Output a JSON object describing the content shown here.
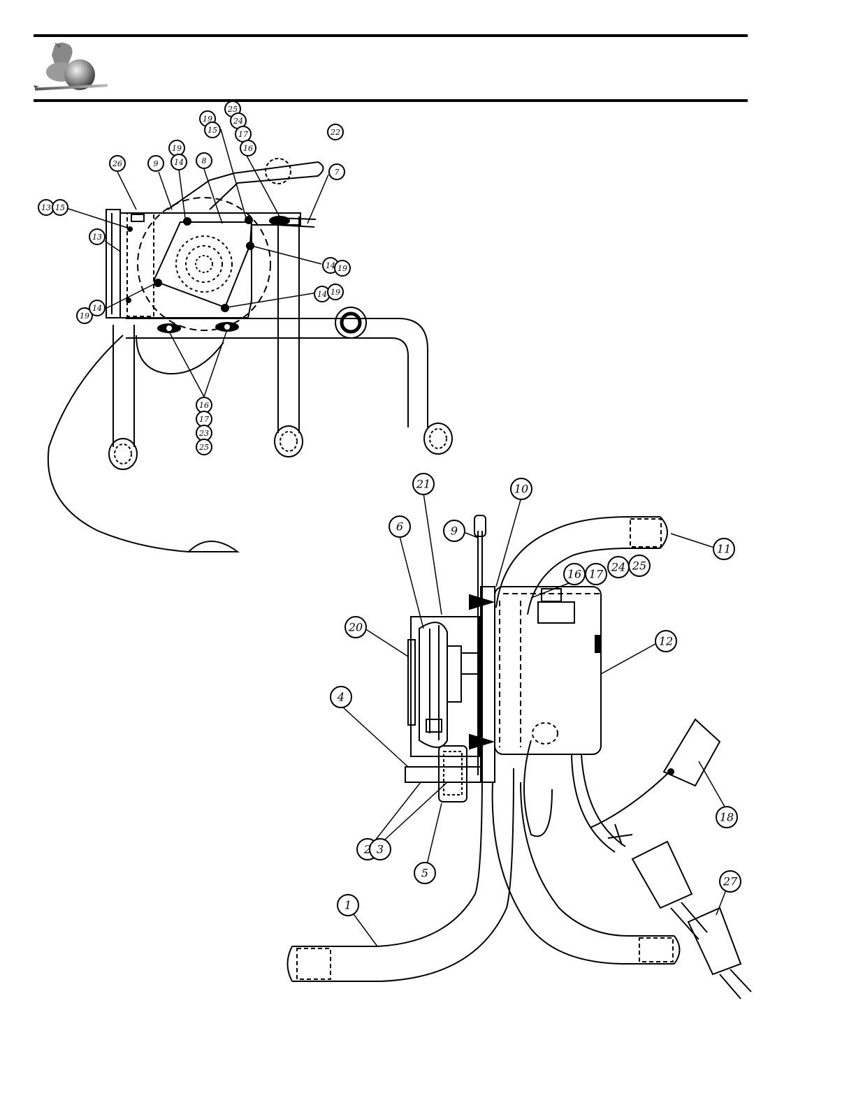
{
  "header": {
    "logo_icon": "knight-with-lance-icon"
  },
  "diagram": {
    "line_color": "#000000",
    "background": "#ffffff",
    "callouts_top": [
      "26",
      "9",
      "19",
      "14",
      "8",
      "19",
      "15",
      "25",
      "24",
      "17",
      "16",
      "22",
      "7",
      "13",
      "15",
      "13",
      "14",
      "19",
      "19",
      "14",
      "14",
      "19",
      "16",
      "17",
      "23",
      "25"
    ],
    "callouts_bottom": [
      "21",
      "10",
      "9",
      "6",
      "11",
      "16",
      "17",
      "24",
      "25",
      "20",
      "12",
      "4",
      "18",
      "2",
      "3",
      "5",
      "27",
      "1"
    ]
  }
}
